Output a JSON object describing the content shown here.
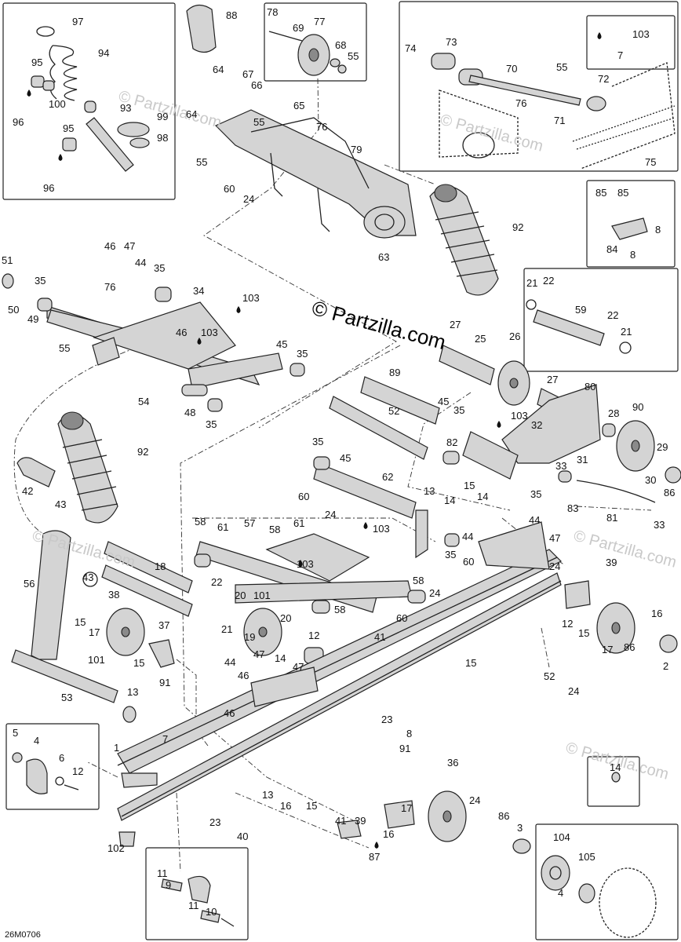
{
  "watermark": "© Partzilla.com",
  "diagram_code": "26M0706",
  "callouts": [
    {
      "id": "c97",
      "label": "97"
    },
    {
      "id": "c94",
      "label": "94"
    },
    {
      "id": "c95a",
      "label": "95"
    },
    {
      "id": "c100",
      "label": "100"
    },
    {
      "id": "c96a",
      "label": "96"
    },
    {
      "id": "c93",
      "label": "93"
    },
    {
      "id": "c99",
      "label": "99"
    },
    {
      "id": "c95b",
      "label": "95"
    },
    {
      "id": "c98",
      "label": "98"
    },
    {
      "id": "c96b",
      "label": "96"
    },
    {
      "id": "c88",
      "label": "88"
    },
    {
      "id": "c78",
      "label": "78"
    },
    {
      "id": "c77",
      "label": "77"
    },
    {
      "id": "c69",
      "label": "69"
    },
    {
      "id": "c68",
      "label": "68"
    },
    {
      "id": "c55a",
      "label": "55"
    },
    {
      "id": "c74",
      "label": "74"
    },
    {
      "id": "c73",
      "label": "73"
    },
    {
      "id": "c70",
      "label": "70"
    },
    {
      "id": "c103a",
      "label": "103"
    },
    {
      "id": "c7a",
      "label": "7"
    },
    {
      "id": "c55b",
      "label": "55"
    },
    {
      "id": "c72",
      "label": "72"
    },
    {
      "id": "c76a",
      "label": "76"
    },
    {
      "id": "c71",
      "label": "71"
    },
    {
      "id": "c75",
      "label": "75"
    },
    {
      "id": "c64a",
      "label": "64"
    },
    {
      "id": "c67",
      "label": "67"
    },
    {
      "id": "c66",
      "label": "66"
    },
    {
      "id": "c65",
      "label": "65"
    },
    {
      "id": "c64b",
      "label": "64"
    },
    {
      "id": "c55c",
      "label": "55"
    },
    {
      "id": "c76b",
      "label": "76"
    },
    {
      "id": "c79",
      "label": "79"
    },
    {
      "id": "c55d",
      "label": "55"
    },
    {
      "id": "c60a",
      "label": "60"
    },
    {
      "id": "c24a",
      "label": "24"
    },
    {
      "id": "c63",
      "label": "63"
    },
    {
      "id": "c85a",
      "label": "85"
    },
    {
      "id": "c85b",
      "label": "85"
    },
    {
      "id": "c8a",
      "label": "8"
    },
    {
      "id": "c84",
      "label": "84"
    },
    {
      "id": "c8b",
      "label": "8"
    },
    {
      "id": "c92a",
      "label": "92"
    },
    {
      "id": "c51",
      "label": "51"
    },
    {
      "id": "c46a",
      "label": "46"
    },
    {
      "id": "c47a",
      "label": "47"
    },
    {
      "id": "c44a",
      "label": "44"
    },
    {
      "id": "c35a",
      "label": "35"
    },
    {
      "id": "c35b",
      "label": "35"
    },
    {
      "id": "c76c",
      "label": "76"
    },
    {
      "id": "c34",
      "label": "34"
    },
    {
      "id": "c103b",
      "label": "103"
    },
    {
      "id": "c50",
      "label": "50"
    },
    {
      "id": "c49",
      "label": "49"
    },
    {
      "id": "c21a",
      "label": "21"
    },
    {
      "id": "c22a",
      "label": "22"
    },
    {
      "id": "c59",
      "label": "59"
    },
    {
      "id": "c22b",
      "label": "22"
    },
    {
      "id": "c21b",
      "label": "21"
    },
    {
      "id": "c55e",
      "label": "55"
    },
    {
      "id": "c46b",
      "label": "46"
    },
    {
      "id": "c103c",
      "label": "103"
    },
    {
      "id": "c45a",
      "label": "45"
    },
    {
      "id": "c35c",
      "label": "35"
    },
    {
      "id": "c27a",
      "label": "27"
    },
    {
      "id": "c25",
      "label": "25"
    },
    {
      "id": "c26",
      "label": "26"
    },
    {
      "id": "c54",
      "label": "54"
    },
    {
      "id": "c48",
      "label": "48"
    },
    {
      "id": "c35d",
      "label": "35"
    },
    {
      "id": "c89",
      "label": "89"
    },
    {
      "id": "c27b",
      "label": "27"
    },
    {
      "id": "c80",
      "label": "80"
    },
    {
      "id": "c52a",
      "label": "52"
    },
    {
      "id": "c45b",
      "label": "45"
    },
    {
      "id": "c35e",
      "label": "35"
    },
    {
      "id": "c103d",
      "label": "103"
    },
    {
      "id": "c28",
      "label": "28"
    },
    {
      "id": "c90",
      "label": "90"
    },
    {
      "id": "c32",
      "label": "32"
    },
    {
      "id": "c92b",
      "label": "92"
    },
    {
      "id": "c35f",
      "label": "35"
    },
    {
      "id": "c82",
      "label": "82"
    },
    {
      "id": "c29",
      "label": "29"
    },
    {
      "id": "c31",
      "label": "31"
    },
    {
      "id": "c42",
      "label": "42"
    },
    {
      "id": "c43a",
      "label": "43"
    },
    {
      "id": "c45c",
      "label": "45"
    },
    {
      "id": "c62",
      "label": "62"
    },
    {
      "id": "c33a",
      "label": "33"
    },
    {
      "id": "c30",
      "label": "30"
    },
    {
      "id": "c35g",
      "label": "35"
    },
    {
      "id": "c60b",
      "label": "60"
    },
    {
      "id": "c24b",
      "label": "24"
    },
    {
      "id": "c13a",
      "label": "13"
    },
    {
      "id": "c14a",
      "label": "14"
    },
    {
      "id": "c15a",
      "label": "15"
    },
    {
      "id": "c14b",
      "label": "14"
    },
    {
      "id": "c83",
      "label": "83"
    },
    {
      "id": "c86a",
      "label": "86"
    },
    {
      "id": "c81",
      "label": "81"
    },
    {
      "id": "c33b",
      "label": "33"
    },
    {
      "id": "c58a",
      "label": "58"
    },
    {
      "id": "c61a",
      "label": "61"
    },
    {
      "id": "c57",
      "label": "57"
    },
    {
      "id": "c58b",
      "label": "58"
    },
    {
      "id": "c61b",
      "label": "61"
    },
    {
      "id": "c103e",
      "label": "103"
    },
    {
      "id": "c44b",
      "label": "44"
    },
    {
      "id": "c44c",
      "label": "44"
    },
    {
      "id": "c47b",
      "label": "47"
    },
    {
      "id": "c35h",
      "label": "35"
    },
    {
      "id": "c60c",
      "label": "60"
    },
    {
      "id": "c24c",
      "label": "24"
    },
    {
      "id": "c39a",
      "label": "39"
    },
    {
      "id": "c56",
      "label": "56"
    },
    {
      "id": "c18",
      "label": "18"
    },
    {
      "id": "c43b",
      "label": "43"
    },
    {
      "id": "c103f",
      "label": "103"
    },
    {
      "id": "c58c",
      "label": "58"
    },
    {
      "id": "c38",
      "label": "38"
    },
    {
      "id": "c22c",
      "label": "22"
    },
    {
      "id": "c20a",
      "label": "20"
    },
    {
      "id": "c101a",
      "label": "101"
    },
    {
      "id": "c58d",
      "label": "58"
    },
    {
      "id": "c24d",
      "label": "24"
    },
    {
      "id": "c15b",
      "label": "15"
    },
    {
      "id": "c17a",
      "label": "17"
    },
    {
      "id": "c37",
      "label": "37"
    },
    {
      "id": "c21c",
      "label": "21"
    },
    {
      "id": "c20b",
      "label": "20"
    },
    {
      "id": "c41a",
      "label": "41"
    },
    {
      "id": "c60d",
      "label": "60"
    },
    {
      "id": "c12a",
      "label": "12"
    },
    {
      "id": "c15c",
      "label": "15"
    },
    {
      "id": "c16a",
      "label": "16"
    },
    {
      "id": "c101b",
      "label": "101"
    },
    {
      "id": "c15d",
      "label": "15"
    },
    {
      "id": "c19",
      "label": "19"
    },
    {
      "id": "c12b",
      "label": "12"
    },
    {
      "id": "c91a",
      "label": "91"
    },
    {
      "id": "c17b",
      "label": "17"
    },
    {
      "id": "c86b",
      "label": "86"
    },
    {
      "id": "c2",
      "label": "2"
    },
    {
      "id": "c15e",
      "label": "15"
    },
    {
      "id": "c44d",
      "label": "44"
    },
    {
      "id": "c47c",
      "label": "47"
    },
    {
      "id": "c14c",
      "label": "14"
    },
    {
      "id": "c46c",
      "label": "46"
    },
    {
      "id": "c47d",
      "label": "47"
    },
    {
      "id": "c52b",
      "label": "52"
    },
    {
      "id": "c53",
      "label": "53"
    },
    {
      "id": "c13b",
      "label": "13"
    },
    {
      "id": "c46d",
      "label": "46"
    },
    {
      "id": "c24e",
      "label": "24"
    },
    {
      "id": "c23a",
      "label": "23"
    },
    {
      "id": "c8c",
      "label": "8"
    },
    {
      "id": "c5",
      "label": "5"
    },
    {
      "id": "c4a",
      "label": "4"
    },
    {
      "id": "c1",
      "label": "1"
    },
    {
      "id": "c7b",
      "label": "7"
    },
    {
      "id": "c6",
      "label": "6"
    },
    {
      "id": "c12c",
      "label": "12"
    },
    {
      "id": "c91b",
      "label": "91"
    },
    {
      "id": "c36",
      "label": "36"
    },
    {
      "id": "c14d",
      "label": "14"
    },
    {
      "id": "c13c",
      "label": "13"
    },
    {
      "id": "c16b",
      "label": "16"
    },
    {
      "id": "c15f",
      "label": "15"
    },
    {
      "id": "c17c",
      "label": "17"
    },
    {
      "id": "c24f",
      "label": "24"
    },
    {
      "id": "c23b",
      "label": "23"
    },
    {
      "id": "c40",
      "label": "40"
    },
    {
      "id": "c41b",
      "label": "41"
    },
    {
      "id": "c39b",
      "label": "39"
    },
    {
      "id": "c16c",
      "label": "16"
    },
    {
      "id": "c86c",
      "label": "86"
    },
    {
      "id": "c3",
      "label": "3"
    },
    {
      "id": "c102",
      "label": "102"
    },
    {
      "id": "c87",
      "label": "87"
    },
    {
      "id": "c104",
      "label": "104"
    },
    {
      "id": "c105",
      "label": "105"
    },
    {
      "id": "c4b",
      "label": "4"
    },
    {
      "id": "c11a",
      "label": "11"
    },
    {
      "id": "c9",
      "label": "9"
    },
    {
      "id": "c11b",
      "label": "11"
    },
    {
      "id": "c10",
      "label": "10"
    }
  ]
}
